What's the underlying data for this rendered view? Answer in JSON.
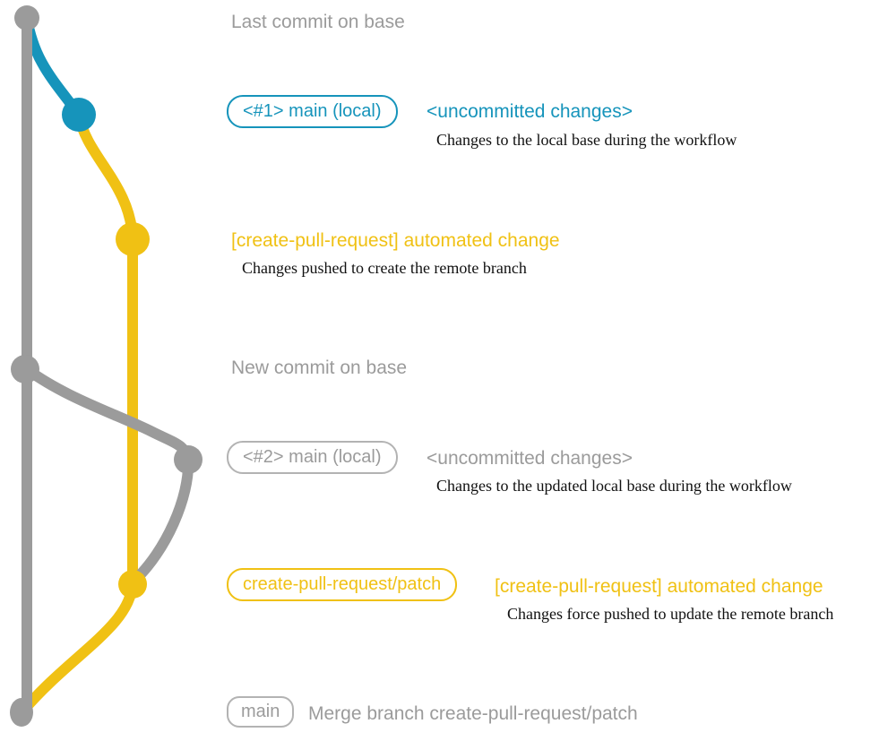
{
  "colors": {
    "gray": "#9b9b9b",
    "gray-border": "#b3b3b3",
    "blue": "#1694bb",
    "yellow": "#f0c114",
    "ink": "#111111",
    "bg": "#ffffff"
  },
  "diagram": {
    "kind": "git-branch-workflow-diagram",
    "branches": {
      "base": "gray base branch line",
      "local_changes": "blue uncommitted-changes segment",
      "pull_request_branch": "yellow create-pull-request/patch branch"
    }
  },
  "annotations": {
    "last_commit_label": "Last commit on base",
    "row1": {
      "badge": "<#1> main (local)",
      "heading": "<uncommitted changes>",
      "description": "Changes to the local base during the workflow"
    },
    "row2": {
      "heading": "[create-pull-request] automated change",
      "description": "Changes pushed to create the remote branch"
    },
    "new_commit_label": "New commit on base",
    "row3": {
      "badge": "<#2> main (local)",
      "heading": "<uncommitted changes>",
      "description": "Changes to the updated local base during the workflow"
    },
    "row4": {
      "badge": "create-pull-request/patch",
      "heading": "[create-pull-request] automated change",
      "description": "Changes force pushed to update the remote branch"
    },
    "merge_row": {
      "badge": "main",
      "label": "Merge branch create-pull-request/patch"
    }
  }
}
